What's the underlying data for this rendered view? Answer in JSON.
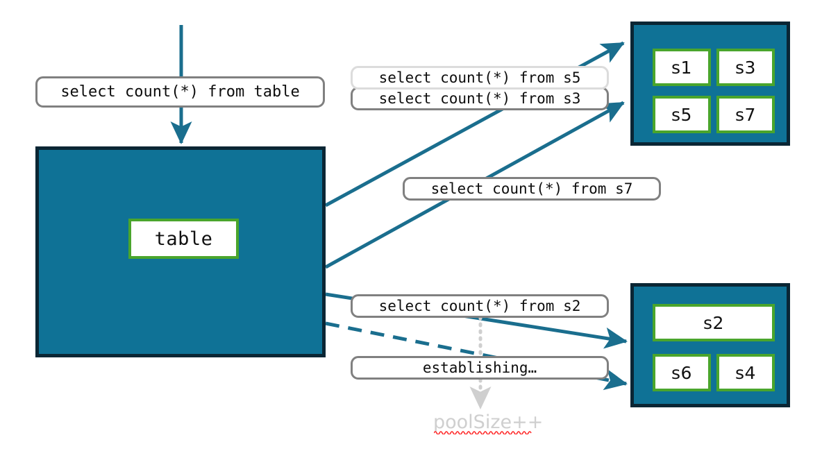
{
  "diagram": {
    "title": "connection pool query routing",
    "colors": {
      "pool_fill": "#0f7296",
      "pool_border": "#0a2634",
      "node_border": "#4aa52c",
      "edge": "#1a6e8e",
      "label_border": "#808080",
      "label_border_faded": "#dcdcdc",
      "ghost_text": "#cfcfcf",
      "squiggle": "#ff2a2a"
    }
  },
  "entry": {
    "query_label": "select count(*) from table"
  },
  "table_pool": {
    "node_label": "table"
  },
  "pool_top": {
    "nodes": [
      {
        "label": "s1"
      },
      {
        "label": "s3"
      },
      {
        "label": "s5"
      },
      {
        "label": "s7"
      }
    ]
  },
  "pool_bottom": {
    "nodes": [
      {
        "label": "s2"
      },
      {
        "label": "s6"
      },
      {
        "label": "s4"
      }
    ]
  },
  "queries": [
    {
      "label": "select count(*) from s5",
      "state": "faded"
    },
    {
      "label": "select count(*) from s3",
      "state": "active"
    },
    {
      "label": "select count(*) from s7",
      "state": "active"
    },
    {
      "label": "select count(*) from s2",
      "state": "active"
    },
    {
      "label": "establishing…",
      "state": "active"
    }
  ],
  "annotation": {
    "text": "poolSize++",
    "spellcheck_underline": true
  }
}
